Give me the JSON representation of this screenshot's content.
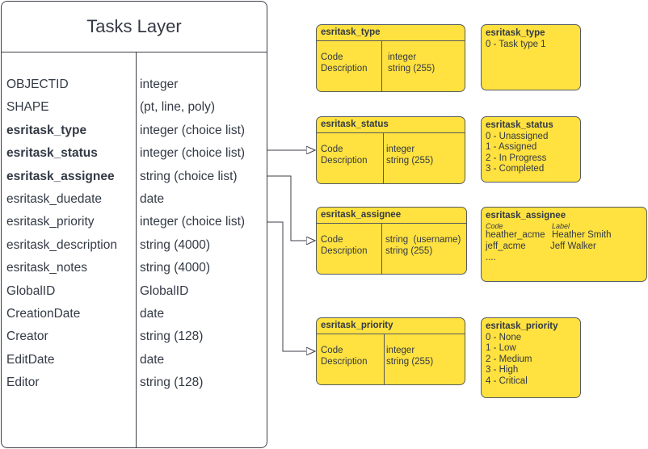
{
  "layer": {
    "title": "Tasks Layer",
    "fields": [
      {
        "name": "OBJECTID",
        "type": "integer",
        "bold": false
      },
      {
        "name": "SHAPE",
        "type": "(pt, line, poly)",
        "bold": false
      },
      {
        "name": "esritask_type",
        "type": "integer (choice list)",
        "bold": true
      },
      {
        "name": "esritask_status",
        "type": "integer (choice list)",
        "bold": true
      },
      {
        "name": "esritask_assignee",
        "type": "string (choice list)",
        "bold": true
      },
      {
        "name": "esritask_duedate",
        "type": "date",
        "bold": false
      },
      {
        "name": "esritask_priority",
        "type": "integer (choice list)",
        "bold": false
      },
      {
        "name": "esritask_description",
        "type": "string (4000)",
        "bold": false
      },
      {
        "name": "esritask_notes",
        "type": "string (4000)",
        "bold": false
      },
      {
        "name": "GlobalID",
        "type": "GlobalID",
        "bold": false
      },
      {
        "name": "CreationDate",
        "type": "date",
        "bold": false
      },
      {
        "name": "Creator",
        "type": "string (128)",
        "bold": false
      },
      {
        "name": "EditDate",
        "type": "date",
        "bold": false
      },
      {
        "name": "Editor",
        "type": "string (128)",
        "bold": false
      }
    ]
  },
  "tables": [
    {
      "title": "esritask_type",
      "labels": [
        "Code",
        "Description"
      ],
      "types": [
        "integer",
        "string (255)"
      ]
    },
    {
      "title": "esritask_status",
      "labels": [
        "Code",
        "Description"
      ],
      "types": [
        "integer",
        "string (255)"
      ]
    },
    {
      "title": "esritask_assignee",
      "labels": [
        "Code",
        "Description"
      ],
      "types": [
        "string  (username)",
        "string (255)"
      ]
    },
    {
      "title": "esritask_priority",
      "labels": [
        "Code",
        "Description"
      ],
      "types": [
        "integer",
        "string (255)"
      ]
    }
  ],
  "domains": {
    "type": {
      "title": "esritask_type",
      "values": [
        "0 - Task type 1"
      ]
    },
    "status": {
      "title": "esritask_status",
      "values": [
        "0 - Unassigned",
        "1 - Assigned",
        "2 - In Progress",
        "3 - Completed"
      ]
    },
    "assignee": {
      "title": "esritask_assignee",
      "code_header": "Code",
      "label_header": "Label",
      "rows": [
        [
          "heather_acme",
          "Heather Smith"
        ],
        [
          "jeff_acme",
          "Jeff Walker"
        ]
      ],
      "more": "...."
    },
    "priority": {
      "title": "esritask_priority",
      "values": [
        "0 - None",
        "1 - Low",
        "2 - Medium",
        "3 - High",
        "4 - Critical"
      ]
    }
  },
  "colors": {
    "box_fill": "#ffe13f",
    "stroke": "#3b3f47"
  }
}
